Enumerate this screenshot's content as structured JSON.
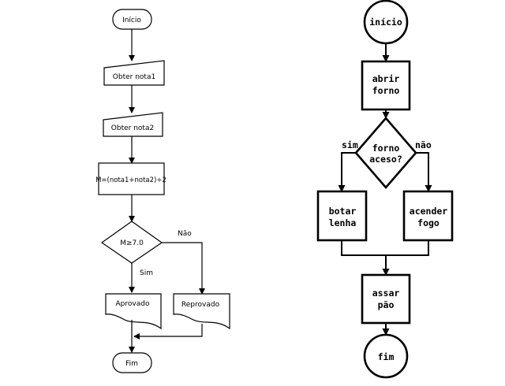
{
  "left_flowchart": {
    "start": "Início",
    "input1": "Obter nota1",
    "input2": "Obter nota2",
    "process": "M=(nota1+nota2)÷2",
    "decision": "M≥7.0",
    "branch_no": "Não",
    "branch_yes": "Sim",
    "output_yes": "Aprovado",
    "output_no": "Reprovado",
    "end": "Fim"
  },
  "right_flowchart": {
    "start": "início",
    "step1": [
      "abrir",
      "forno"
    ],
    "decision": [
      "forno",
      "aceso?"
    ],
    "branch_yes": "sim",
    "branch_no": "não",
    "action_yes": [
      "botar",
      "lenha"
    ],
    "action_no": [
      "acender",
      "fogo"
    ],
    "step2": [
      "assar",
      "pão"
    ],
    "end": "fim"
  },
  "colors": {
    "stroke": "#000000",
    "fill": "#ffffff"
  }
}
